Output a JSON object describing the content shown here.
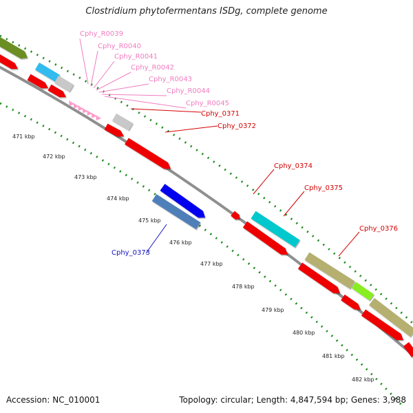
{
  "title": "Clostridium phytofermentans ISDg, complete genome",
  "footer": {
    "accession": "Accession: NC_010001",
    "summary": "Topology: circular; Length: 4,847,594 bp; Genes: 3,988"
  },
  "colors": {
    "backbone": "#8f8f8f",
    "tick": "#1a8a1a",
    "rna_label": "#f07cc0",
    "cds_label": "#d40000",
    "blue_label": "#1010c0"
  },
  "scale_labels": [
    "471 kbp",
    "472 kbp",
    "473 kbp",
    "474 kbp",
    "475 kbp",
    "476 kbp",
    "477 kbp",
    "478 kbp",
    "479 kbp",
    "480 kbp",
    "481 kbp",
    "482 kbp"
  ],
  "features": [
    {
      "name": "olive-feature",
      "color": "#6b8e23"
    },
    {
      "name": "sky-feature",
      "color": "#33bbee"
    },
    {
      "name": "red-feature",
      "color": "#ee0000"
    },
    {
      "name": "gray-feature",
      "color": "#c8c8c8"
    },
    {
      "name": "blue-feature",
      "color": "#0000ee"
    },
    {
      "name": "steel-feature",
      "color": "#4f7fb8"
    },
    {
      "name": "cyan-feature",
      "color": "#00c8cc"
    },
    {
      "name": "khaki-feature",
      "color": "#b5b070"
    },
    {
      "name": "lime-feature",
      "color": "#88ee22"
    },
    {
      "name": "pink-feature",
      "color": "#ff9ccc"
    }
  ],
  "gene_labels": [
    {
      "text": "Cphy_R0039",
      "kind": "rna"
    },
    {
      "text": "Cphy_R0040",
      "kind": "rna"
    },
    {
      "text": "Cphy_R0041",
      "kind": "rna"
    },
    {
      "text": "Cphy_R0042",
      "kind": "rna"
    },
    {
      "text": "Cphy_R0043",
      "kind": "rna"
    },
    {
      "text": "Cphy_R0044",
      "kind": "rna"
    },
    {
      "text": "Cphy_R0045",
      "kind": "rna"
    },
    {
      "text": "Cphy_0371",
      "kind": "cds"
    },
    {
      "text": "Cphy_0372",
      "kind": "cds"
    },
    {
      "text": "Cphy_0374",
      "kind": "cds"
    },
    {
      "text": "Cphy_0375",
      "kind": "cds"
    },
    {
      "text": "Cphy_0376",
      "kind": "cds"
    },
    {
      "text": "Cphy_0373",
      "kind": "blue"
    }
  ]
}
